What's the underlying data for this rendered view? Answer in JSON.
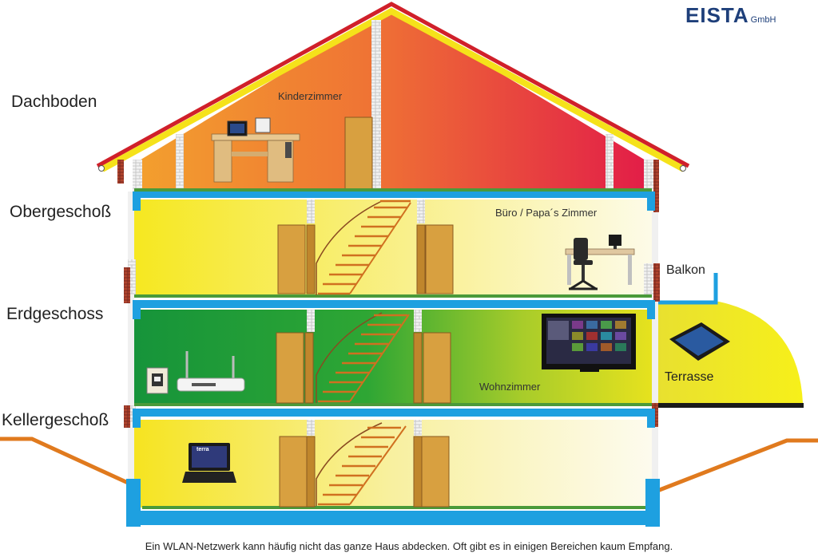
{
  "logo": {
    "main": "EISTA",
    "sub": "GmbH"
  },
  "floors": {
    "attic": "Dachboden",
    "upper": "Obergeschoß",
    "ground": "Erdgeschoss",
    "basement": "Kellergeschoß"
  },
  "rooms": {
    "kids": "Kinderzimmer",
    "office": "Büro / Papa´s Zimmer",
    "living": "Wohnzimmer",
    "balcony": "Balkon",
    "terrace": "Terrasse"
  },
  "caption": "Ein WLAN-Netzwerk kann häufig nicht das ganze Haus abdecken. Oft gibt es in einigen Bereichen kaum Empfang.",
  "devices": {
    "laptop_brand": "terra"
  },
  "colors": {
    "roof_red": "#d0202a",
    "roof_yellow": "#f5e21a",
    "attic_left": "#f08a2a",
    "attic_right": "#e4203c",
    "upper_floor": "#f7ef3a",
    "ground_floor": "#1f9a3a",
    "slab_blue": "#1ea0e0",
    "wood": "#d8a040",
    "ground_line": "#e07a1e"
  }
}
